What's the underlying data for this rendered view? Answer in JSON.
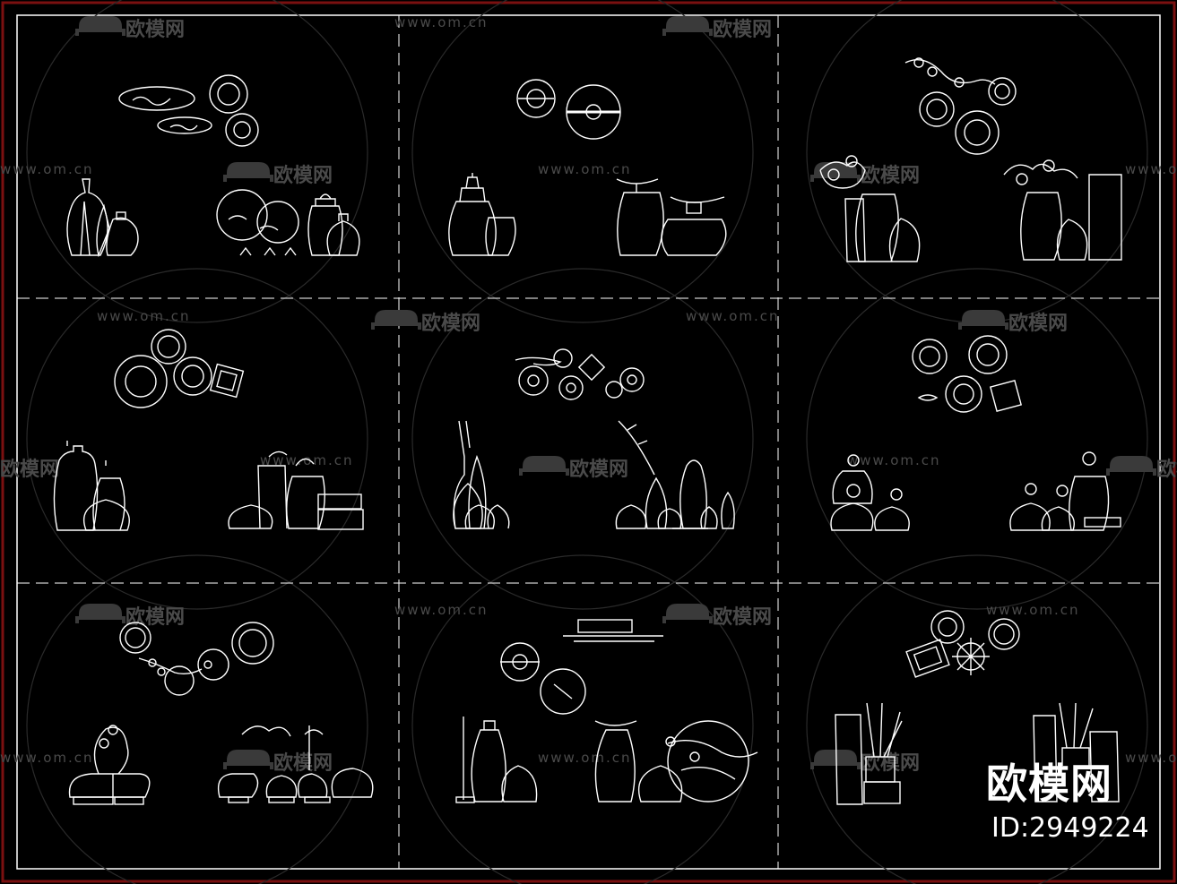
{
  "drawing": {
    "background": "#000000",
    "line_color": "#ffffff",
    "frame_outer_color": "#7a1010",
    "watermark_color": "#4a4a4a"
  },
  "watermarks": {
    "site_text": "www.om.cn",
    "brand_text": "欧模网"
  },
  "badge": {
    "brand": "欧模网",
    "id_text": "ID:2949224"
  },
  "icons": [
    "sofa-logo-icon"
  ]
}
